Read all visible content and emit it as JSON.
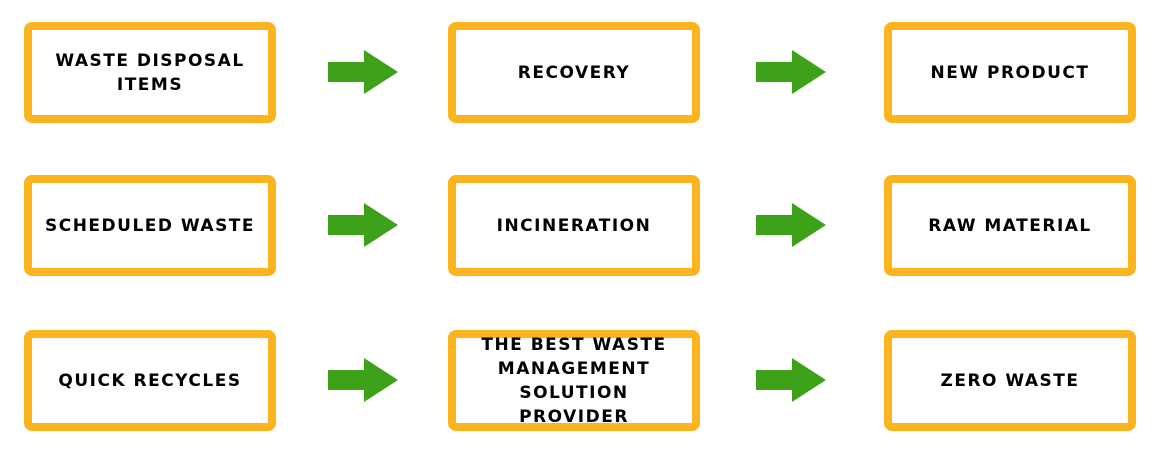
{
  "colors": {
    "box_border": "#fbb41d",
    "arrow": "#3da11a",
    "text": "#000000"
  },
  "rows": [
    {
      "steps": [
        {
          "label": "WASTE DISPOSAL\nITEMS"
        },
        {
          "label": "RECOVERY"
        },
        {
          "label": "NEW PRODUCT"
        }
      ]
    },
    {
      "steps": [
        {
          "label": "SCHEDULED WASTE"
        },
        {
          "label": "INCINERATION"
        },
        {
          "label": "RAW MATERIAL"
        }
      ]
    },
    {
      "steps": [
        {
          "label": "QUICK RECYCLES"
        },
        {
          "label": "THE BEST WASTE\nMANAGEMENT\nSOLUTION PROVIDER"
        },
        {
          "label": "ZERO WASTE"
        }
      ]
    }
  ],
  "arrow_icon": "right-arrow-icon"
}
